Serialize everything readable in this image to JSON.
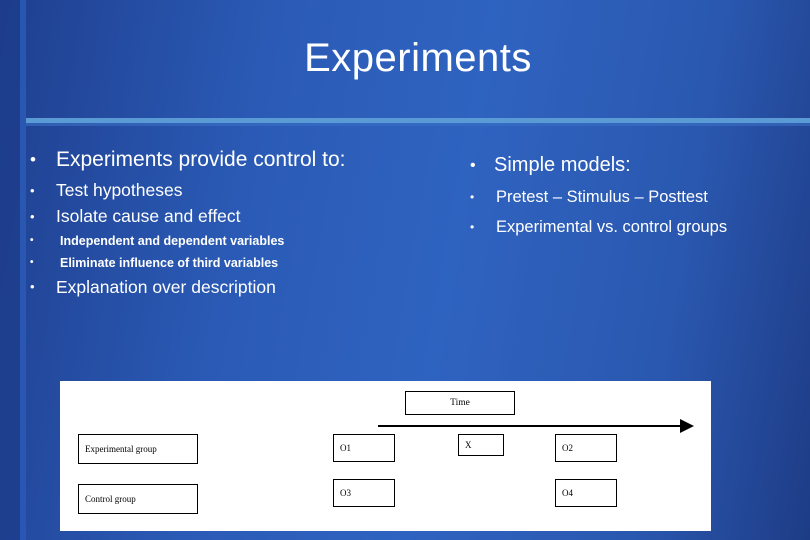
{
  "slide": {
    "title": "Experiments",
    "bullet_glyph": "•"
  },
  "left_column": {
    "heading": "Experiments provide control to:",
    "sub_items": [
      "Test hypotheses",
      "Isolate cause and effect"
    ],
    "sub_sub_items": [
      "Independent and dependent variables",
      "Eliminate influence of third variables"
    ],
    "final_item": "Explanation over description"
  },
  "right_column": {
    "heading": "Simple models:",
    "items": [
      "Pretest – Stimulus – Posttest",
      "Experimental vs. control groups"
    ]
  },
  "diagram": {
    "time_label": "Time",
    "row_labels": [
      "Experimental group",
      "Control group"
    ],
    "cells": {
      "o1": "O1",
      "x": "X",
      "o2": "O2",
      "o3": "O3",
      "o4": "O4"
    }
  },
  "colors": {
    "background_blue": "#2a5ab5",
    "accent_rule": "#5b9bd5",
    "text": "#ffffff",
    "diagram_bg": "#ffffff"
  }
}
